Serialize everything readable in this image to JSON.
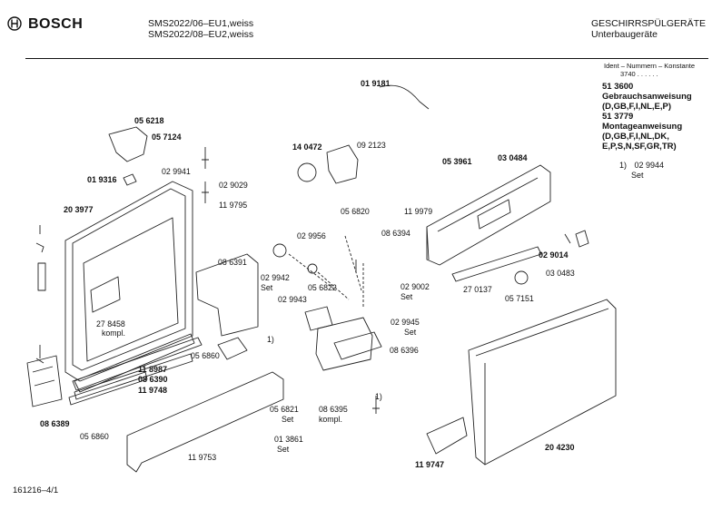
{
  "header": {
    "brand": "BOSCH",
    "model_line1": "SMS2022/06–EU1,weiss",
    "model_line2": "SMS2022/08–EU2,weiss",
    "category": "GESCHIRRSPÜLGERÄTE",
    "subcategory": "Unterbaugeräte"
  },
  "ident": {
    "line1": "Ident – Nummern – Konstante",
    "line2": "3740 . . . . . ."
  },
  "documents": [
    {
      "number": "51 3600",
      "title": "Gebrauchsanweisung",
      "langs": "(D,GB,F,I,NL,E,P)"
    },
    {
      "number": "51 3779",
      "title": "Montageanweisung",
      "langs": "(D,GB,F,I,NL,DK,",
      "langs2": "E,P,S,N,SF,GR,TR)"
    }
  ],
  "footnote": {
    "marker": "1)",
    "part": "02 9944",
    "suffix": "Set"
  },
  "footer": {
    "code": "161216–4/1"
  },
  "parts": [
    {
      "id": "p1",
      "text": "01 9181",
      "bold": true
    },
    {
      "id": "p2",
      "text": "05 6218",
      "bold": true
    },
    {
      "id": "p3",
      "text": "05 7124",
      "bold": true
    },
    {
      "id": "p4",
      "text": "14 0472",
      "bold": true
    },
    {
      "id": "p5",
      "text": "09 2123",
      "bold": false
    },
    {
      "id": "p6",
      "text": "05 3961",
      "bold": true
    },
    {
      "id": "p7",
      "text": "03 0484",
      "bold": true
    },
    {
      "id": "p8",
      "text": "01 9316",
      "bold": true
    },
    {
      "id": "p9",
      "text": "02 9941",
      "bold": false
    },
    {
      "id": "p10",
      "text": "02 9029",
      "bold": false
    },
    {
      "id": "p11",
      "text": "20 3977",
      "bold": true
    },
    {
      "id": "p12",
      "text": "11 9795",
      "bold": false
    },
    {
      "id": "p13",
      "text": "05 6820",
      "bold": false
    },
    {
      "id": "p14",
      "text": "11 9979",
      "bold": false
    },
    {
      "id": "p15",
      "text": "08 6394",
      "bold": false
    },
    {
      "id": "p16",
      "text": "02 9956",
      "bold": false
    },
    {
      "id": "p17",
      "text": "02 9014",
      "bold": true
    },
    {
      "id": "p18",
      "text": "08 6391",
      "bold": false
    },
    {
      "id": "p19",
      "text": "02 9942",
      "bold": false
    },
    {
      "id": "p20",
      "text": "Set",
      "bold": false
    },
    {
      "id": "p21",
      "text": "05 6822",
      "bold": false
    },
    {
      "id": "p22",
      "text": "02 9002",
      "bold": false
    },
    {
      "id": "p23",
      "text": "Set",
      "bold": false
    },
    {
      "id": "p24",
      "text": "27 0137",
      "bold": false
    },
    {
      "id": "p25",
      "text": "03 0483",
      "bold": false
    },
    {
      "id": "p26",
      "text": "02 9943",
      "bold": false
    },
    {
      "id": "p27",
      "text": "05 7151",
      "bold": false
    },
    {
      "id": "p28",
      "text": "27 8458",
      "bold": false
    },
    {
      "id": "p29",
      "text": "kompl.",
      "bold": false
    },
    {
      "id": "p30",
      "text": "02 9945",
      "bold": false
    },
    {
      "id": "p31",
      "text": "Set",
      "bold": false
    },
    {
      "id": "p32",
      "text": "1)",
      "bold": false
    },
    {
      "id": "p33",
      "text": "05 6860",
      "bold": false
    },
    {
      "id": "p34",
      "text": "08 6396",
      "bold": false
    },
    {
      "id": "p35",
      "text": "11 8987",
      "bold": true
    },
    {
      "id": "p36",
      "text": "08 6390",
      "bold": true
    },
    {
      "id": "p37",
      "text": "11 9748",
      "bold": true
    },
    {
      "id": "p38",
      "text": "1)",
      "bold": false
    },
    {
      "id": "p39",
      "text": "05 6821",
      "bold": false
    },
    {
      "id": "p40",
      "text": "Set",
      "bold": false
    },
    {
      "id": "p41",
      "text": "08 6395",
      "bold": false
    },
    {
      "id": "p42",
      "text": "kompl.",
      "bold": false
    },
    {
      "id": "p43",
      "text": "08 6389",
      "bold": true
    },
    {
      "id": "p44",
      "text": "05 6860",
      "bold": false
    },
    {
      "id": "p45",
      "text": "01 3861",
      "bold": false
    },
    {
      "id": "p46",
      "text": "Set",
      "bold": false
    },
    {
      "id": "p47",
      "text": "11 9753",
      "bold": false
    },
    {
      "id": "p48",
      "text": "20 4230",
      "bold": true
    },
    {
      "id": "p49",
      "text": "11 9747",
      "bold": true
    }
  ]
}
